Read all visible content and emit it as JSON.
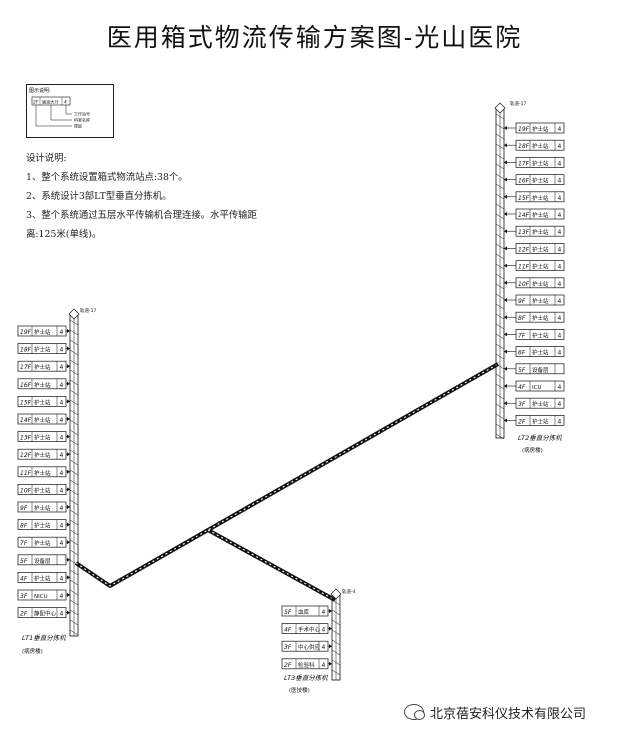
{
  "title": "医用箱式物流传输方案图-光山医院",
  "legend": {
    "caption": "图示说明:",
    "floor": "2F",
    "dept": "输液大厅",
    "count": "4",
    "labels": [
      "工作站号",
      "科室名称",
      "楼层"
    ]
  },
  "notes": {
    "heading": "设计说明:",
    "lines": [
      "1、整个系统设置箱式物流站点:38个。",
      "2、系统设计3部LT型垂直分拣机。",
      "3、整个系统通过五层水平传输机合理连接。水平传输距",
      "离:125米(单线)。"
    ]
  },
  "lt1": {
    "top_label": "轨道-17",
    "caption": "LT1垂直分拣机",
    "sub": "(病房楼)",
    "stations": [
      {
        "floor": "19F",
        "dept": "护士站",
        "count": "4"
      },
      {
        "floor": "18F",
        "dept": "护士站",
        "count": "4"
      },
      {
        "floor": "17F",
        "dept": "护士站",
        "count": "4"
      },
      {
        "floor": "16F",
        "dept": "护士站",
        "count": "4"
      },
      {
        "floor": "15F",
        "dept": "护士站",
        "count": "4"
      },
      {
        "floor": "14F",
        "dept": "护士站",
        "count": "4"
      },
      {
        "floor": "13F",
        "dept": "护士站",
        "count": "4"
      },
      {
        "floor": "12F",
        "dept": "护士站",
        "count": "4"
      },
      {
        "floor": "11F",
        "dept": "护士站",
        "count": "4"
      },
      {
        "floor": "10F",
        "dept": "护士站",
        "count": "4"
      },
      {
        "floor": "9F",
        "dept": "护士站",
        "count": "4"
      },
      {
        "floor": "8F",
        "dept": "护士站",
        "count": "4"
      },
      {
        "floor": "7F",
        "dept": "护士站",
        "count": "4"
      },
      {
        "floor": "5F",
        "dept": "设备层",
        "count": ""
      },
      {
        "floor": "4F",
        "dept": "护士站",
        "count": "4"
      },
      {
        "floor": "3F",
        "dept": "NICU",
        "count": "4"
      },
      {
        "floor": "2F",
        "dept": "静配中心",
        "count": "4"
      }
    ]
  },
  "lt2": {
    "top_label": "轨道-17",
    "caption": "LT2垂直分拣机",
    "sub": "(病房楼)",
    "stations": [
      {
        "floor": "19F",
        "dept": "护士站",
        "count": "4"
      },
      {
        "floor": "18F",
        "dept": "护士站",
        "count": "4"
      },
      {
        "floor": "17F",
        "dept": "护士站",
        "count": "4"
      },
      {
        "floor": "16F",
        "dept": "护士站",
        "count": "4"
      },
      {
        "floor": "15F",
        "dept": "护士站",
        "count": "4"
      },
      {
        "floor": "14F",
        "dept": "护士站",
        "count": "4"
      },
      {
        "floor": "13F",
        "dept": "护士站",
        "count": "4"
      },
      {
        "floor": "12F",
        "dept": "护士站",
        "count": "4"
      },
      {
        "floor": "11F",
        "dept": "护士站",
        "count": "4"
      },
      {
        "floor": "10F",
        "dept": "护士站",
        "count": "4"
      },
      {
        "floor": "9F",
        "dept": "护士站",
        "count": "4"
      },
      {
        "floor": "8F",
        "dept": "护士站",
        "count": "4"
      },
      {
        "floor": "7F",
        "dept": "护士站",
        "count": "4"
      },
      {
        "floor": "6F",
        "dept": "护士站",
        "count": "4"
      },
      {
        "floor": "5F",
        "dept": "设备层",
        "count": ""
      },
      {
        "floor": "4F",
        "dept": "ICU",
        "count": "4"
      },
      {
        "floor": "3F",
        "dept": "护士站",
        "count": "4"
      },
      {
        "floor": "2F",
        "dept": "护士站",
        "count": "4"
      }
    ]
  },
  "lt3": {
    "top_label": "轨道-4",
    "caption": "LT3垂直分拣机",
    "sub": "(医技楼)",
    "stations": [
      {
        "floor": "5F",
        "dept": "血库",
        "count": "4"
      },
      {
        "floor": "4F",
        "dept": "手术中心",
        "count": "4"
      },
      {
        "floor": "3F",
        "dept": "中心供应",
        "count": "4"
      },
      {
        "floor": "2F",
        "dept": "检验科",
        "count": "4"
      }
    ]
  },
  "watermark": "北京蓓安科仪技术有限公司"
}
